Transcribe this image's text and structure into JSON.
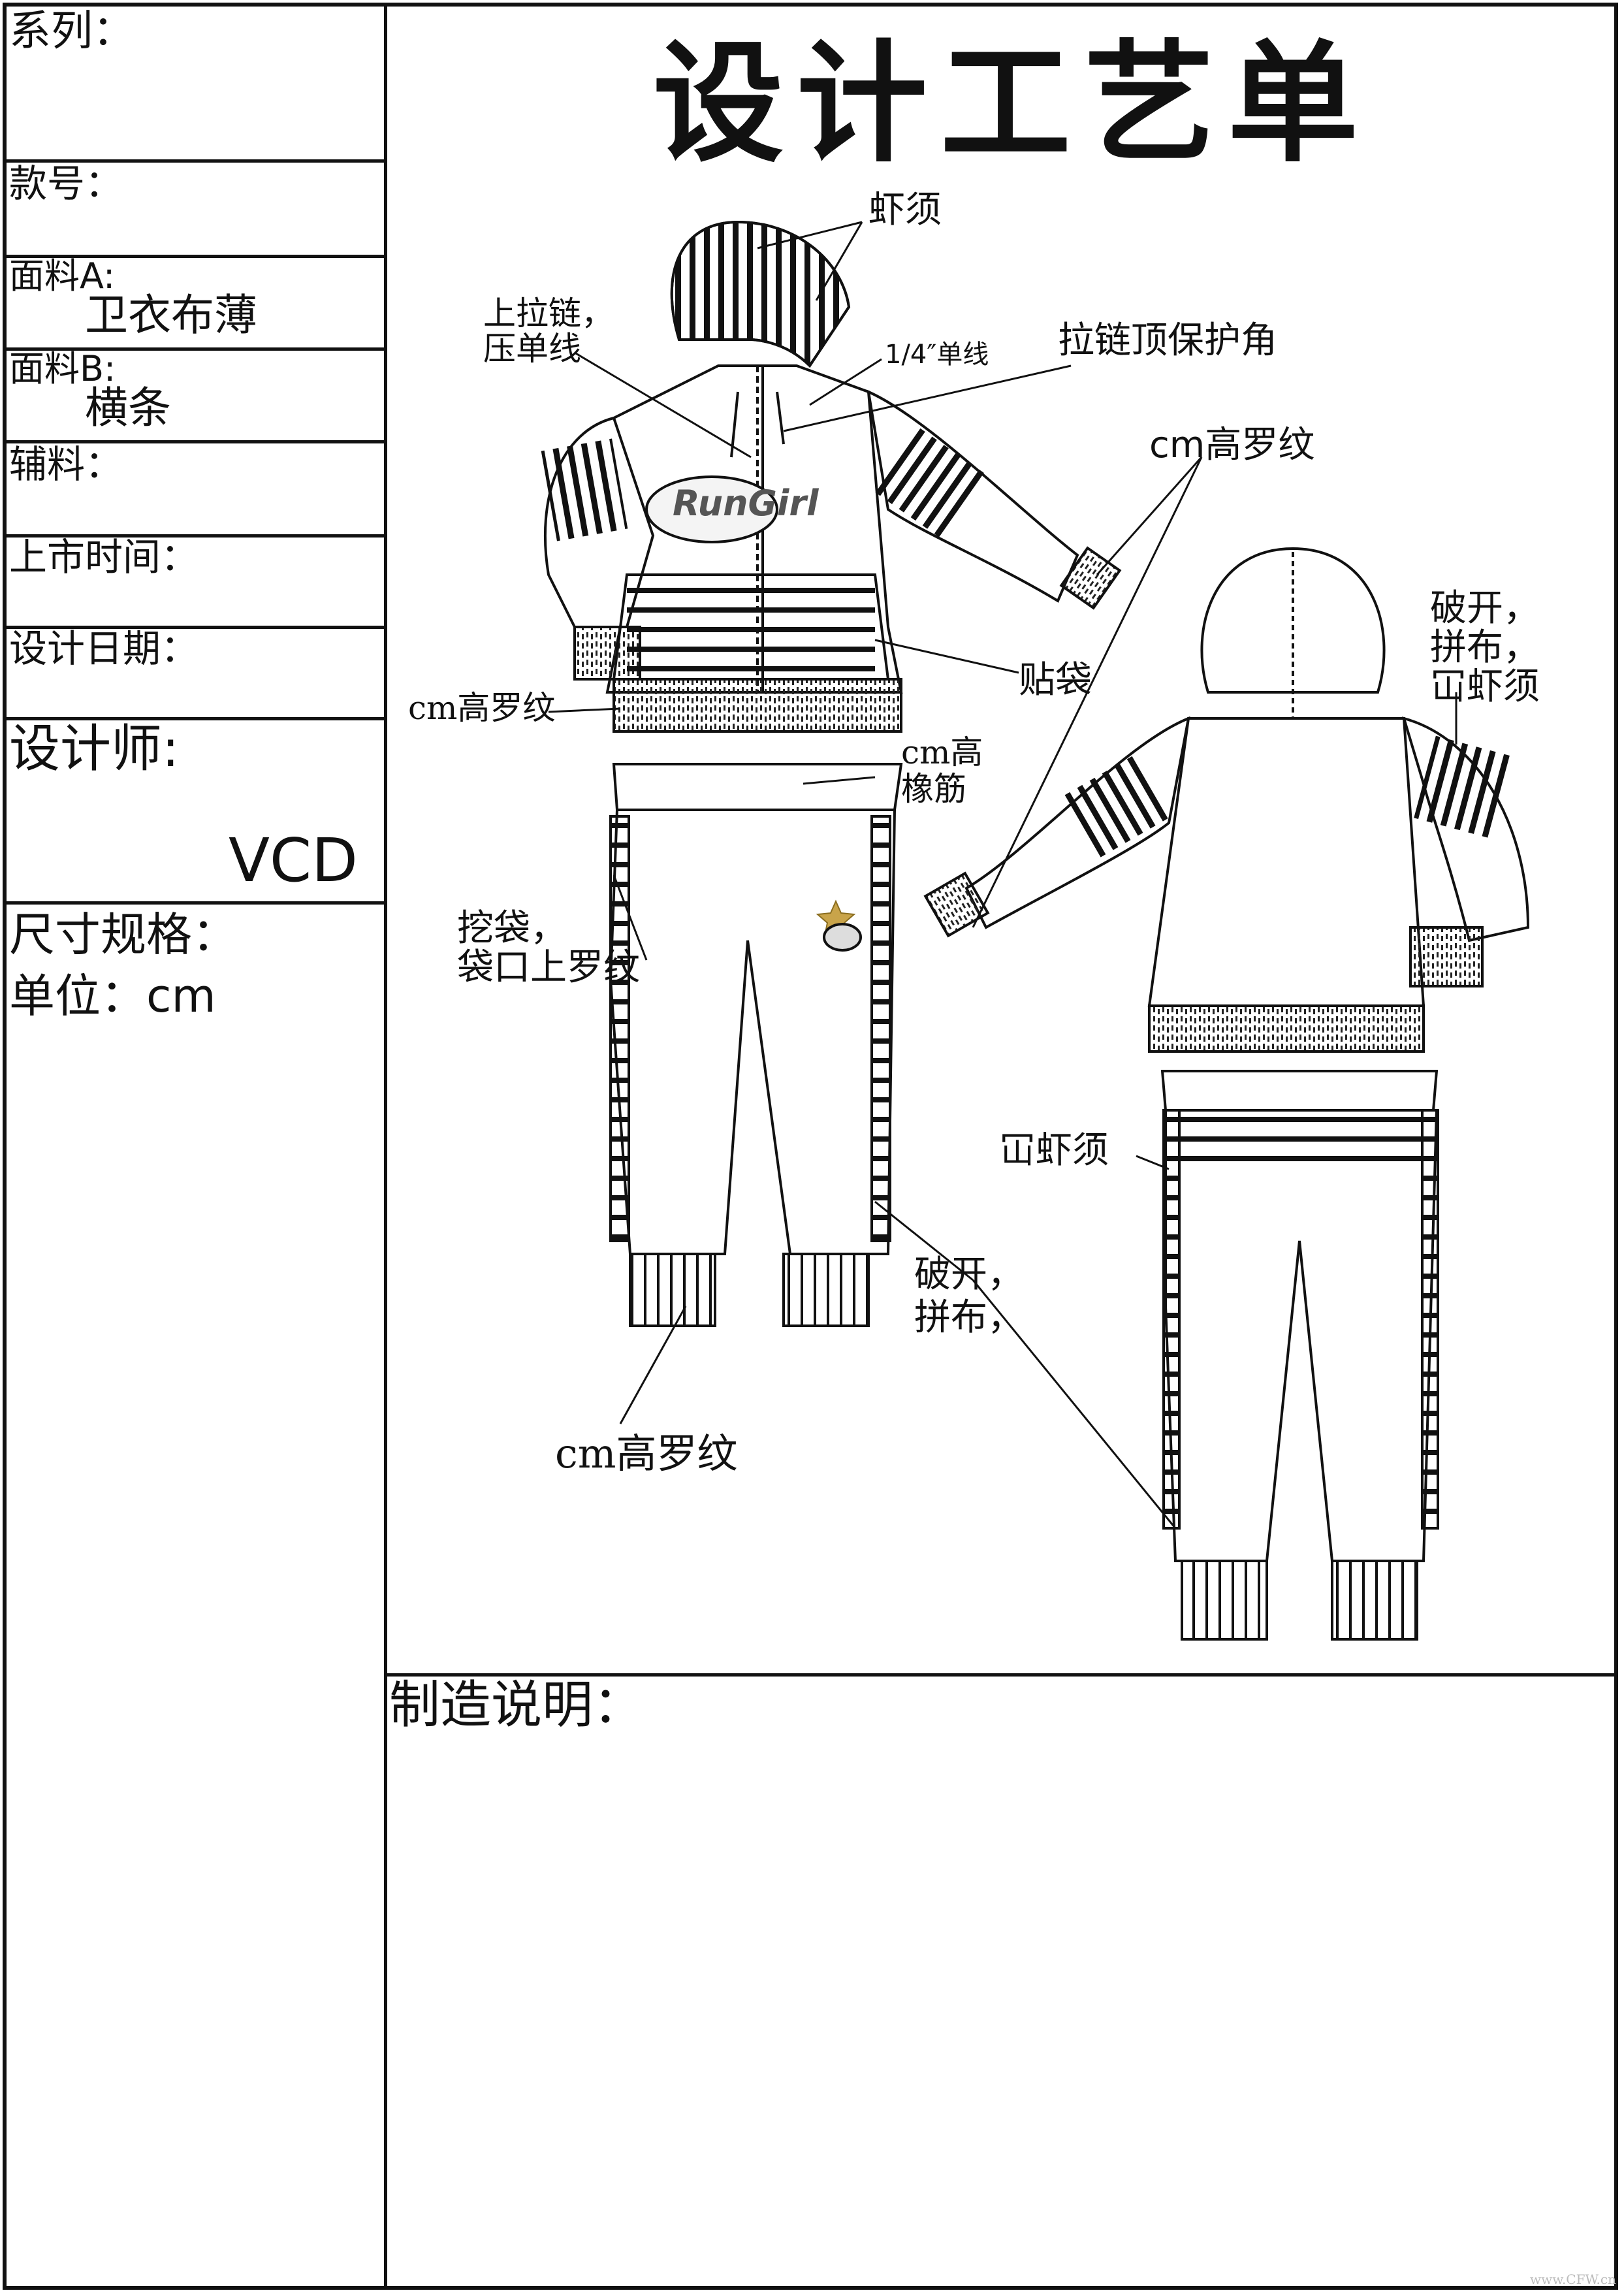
{
  "title": "设计工艺单",
  "sidebar": {
    "series_label": "系列：",
    "style_no_label": "款号：",
    "fabric_a_label": "面料A:",
    "fabric_a_value": "卫衣布薄",
    "fabric_b_label": "面料B:",
    "fabric_b_value": "横条",
    "accessories_label": "辅料：",
    "launch_time_label": "上市时间：",
    "design_date_label": "设计日期：",
    "designer_label": "设计师:",
    "designer_value": "VCD",
    "size_spec_label": "尺寸规格：",
    "unit_label": "单位：cm"
  },
  "manufacture_label": "制造说明：",
  "callouts": {
    "hood_rib": "虾须",
    "zip_top": "上拉链，",
    "zip_stitch": "压单线",
    "quarter_stitch": "1/4″单线",
    "zip_guard": "拉链顶保护角",
    "cuff_rib": "cm高罗纹",
    "patch_pocket": "贴袋",
    "hem_rib": "cm高罗纹",
    "waist_a": "cm高",
    "waist_b": "橡筋",
    "pocket_a": "挖袋，",
    "pocket_b": "袋口上罗纹",
    "pant_rib": "cm高罗纹",
    "split_a": "破开，",
    "split_b": "拼布，",
    "back_split_a": "破开，",
    "back_split_b": "拼布，",
    "back_rib_sleeve": "冚虾须",
    "back_yoke": "冚虾须"
  },
  "graphic": {
    "logo_text": "RunGirl"
  },
  "watermark": "www.CFW.cn"
}
